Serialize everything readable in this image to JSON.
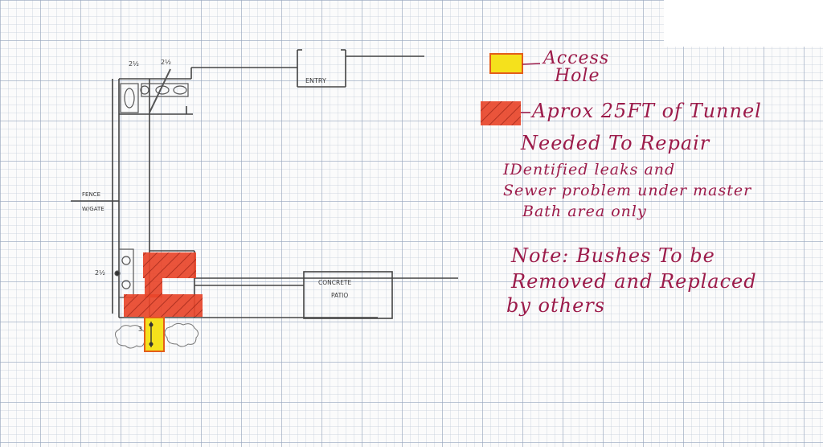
{
  "plan": {
    "entry_label": "ENTRY",
    "fence_label_line1": "FENCE",
    "fence_label_line2": "W/GATE",
    "patio_label_line1": "CONCRETE",
    "patio_label_line2": "PATIO",
    "pipe_label_top_left": "2½",
    "pipe_label_top_right": "2½",
    "pipe_label_left": "2½",
    "pipe_label_access": "3"
  },
  "legend": {
    "access_hole_label_line1": "Access",
    "access_hole_label_line2": "Hole",
    "tunnel_label": "Aprox 25FT of Tunnel",
    "tunnel_label_line2": "Needed To Repair",
    "identified_line1": "IDentified leaks and",
    "identified_line2": "Sewer problem under master",
    "identified_line3": "Bath area only",
    "note_line1": "Note: Bushes To be",
    "note_line2": "Removed and Replaced",
    "note_line3": "by others",
    "colors": {
      "access_hole": "#f5e11c",
      "tunnel": "#e8452a",
      "ink": "#9c1b4a",
      "pencil": "#3a3a3a"
    }
  }
}
